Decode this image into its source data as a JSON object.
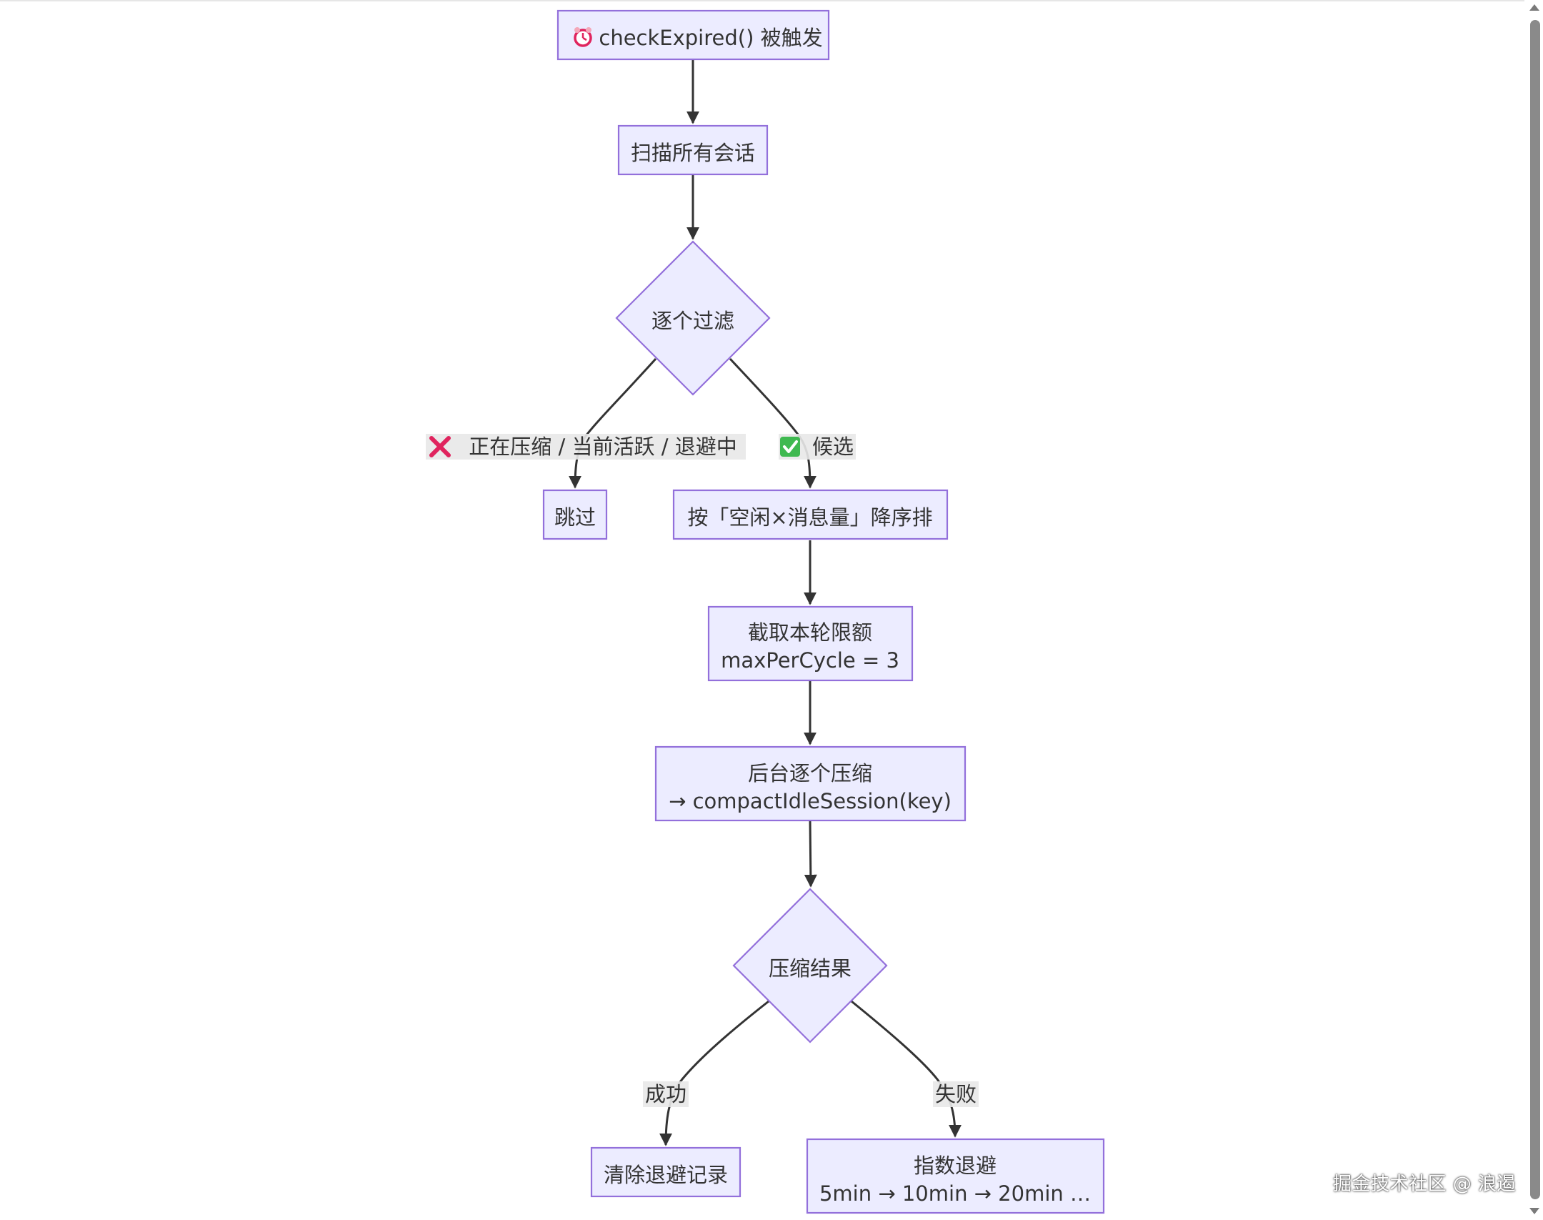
{
  "diagram": {
    "nodes": {
      "start": {
        "icon": "alarm-clock-icon",
        "text": "checkExpired() 被触发"
      },
      "scan": {
        "text": "扫描所有会话"
      },
      "filter": {
        "text": "逐个过滤"
      },
      "skip": {
        "text": "跳过"
      },
      "sort": {
        "text": "按「空闲×消息量」降序排"
      },
      "limit": {
        "line1": "截取本轮限额",
        "line2": "maxPerCycle = 3"
      },
      "compact": {
        "line1": "后台逐个压缩",
        "line2": "→ compactIdleSession(key)"
      },
      "result": {
        "text": "压缩结果"
      },
      "clear": {
        "text": "清除退避记录"
      },
      "backoff": {
        "line1": "指数退避",
        "line2": "5min → 10min → 20min …"
      }
    },
    "edges": {
      "filter_skip": {
        "icon": "cross-mark-icon",
        "label": "正在压缩 / 当前活跃 / 退避中"
      },
      "filter_sort": {
        "icon": "check-mark-icon",
        "label": "候选"
      },
      "result_clear": {
        "label": "成功"
      },
      "result_backoff": {
        "label": "失败"
      }
    }
  },
  "watermark": "掘金技术社区 @ 浪遏",
  "colors": {
    "node_fill": "#ECECFF",
    "node_stroke": "#9370DB",
    "edge": "#333333",
    "label_bg": "#e8e8e8",
    "cross": "#e0245e",
    "check": "#3fb950"
  }
}
